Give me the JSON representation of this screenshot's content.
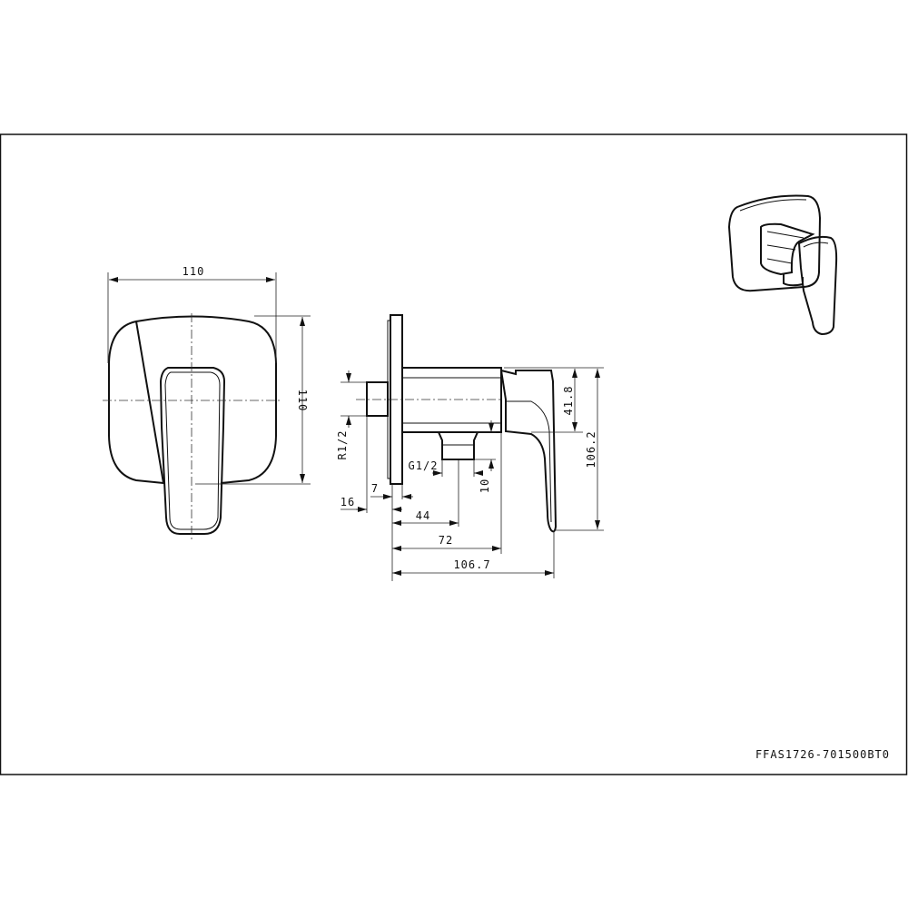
{
  "drawing": {
    "front_view": {
      "width_label": "110",
      "height_label": "110"
    },
    "side_view": {
      "thread_inlet": "R1/2",
      "thread_outlet": "G1/2",
      "outlet_height": "10",
      "plate_thickness": "7",
      "inlet_length": "16",
      "outlet_position": "44",
      "body_length": "72",
      "total_depth": "106.7",
      "lever_height": "41.8",
      "total_height": "106.2"
    },
    "part_number": "FFAS1726-701500BT0"
  }
}
